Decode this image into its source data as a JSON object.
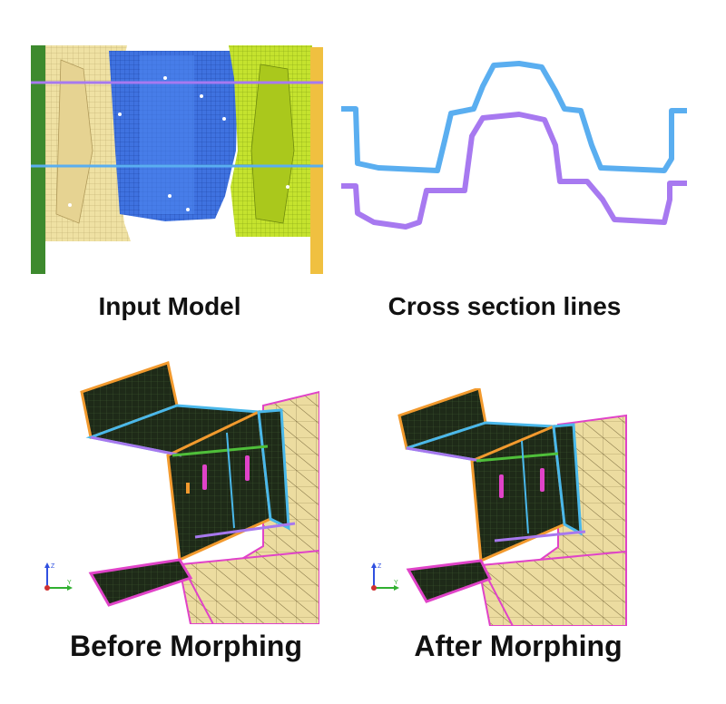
{
  "captions": {
    "input_model": "Input Model",
    "cross_section": "Cross section lines",
    "before_morphing": "Before Morphing",
    "after_morphing": "After Morphing"
  },
  "colors": {
    "background": "#ffffff",
    "part_left": "#efe1a3",
    "part_center": "#3f72e0",
    "part_right": "#c5e32e",
    "flange_left": "#3d8a2e",
    "flange_right": "#f0c040",
    "section_line_1": "#5aaef0",
    "section_line_2": "#a779f0",
    "mesh_dark": "#1e2a18",
    "shell_tan": "#ecdca0",
    "edge_orange": "#f29a2e",
    "edge_cyan": "#4ab8ea",
    "edge_magenta": "#e043c8",
    "edge_purple": "#a778ee",
    "edge_green": "#4fbf3a"
  },
  "axis_triad": {
    "labels": [
      "Z",
      "Y"
    ]
  }
}
